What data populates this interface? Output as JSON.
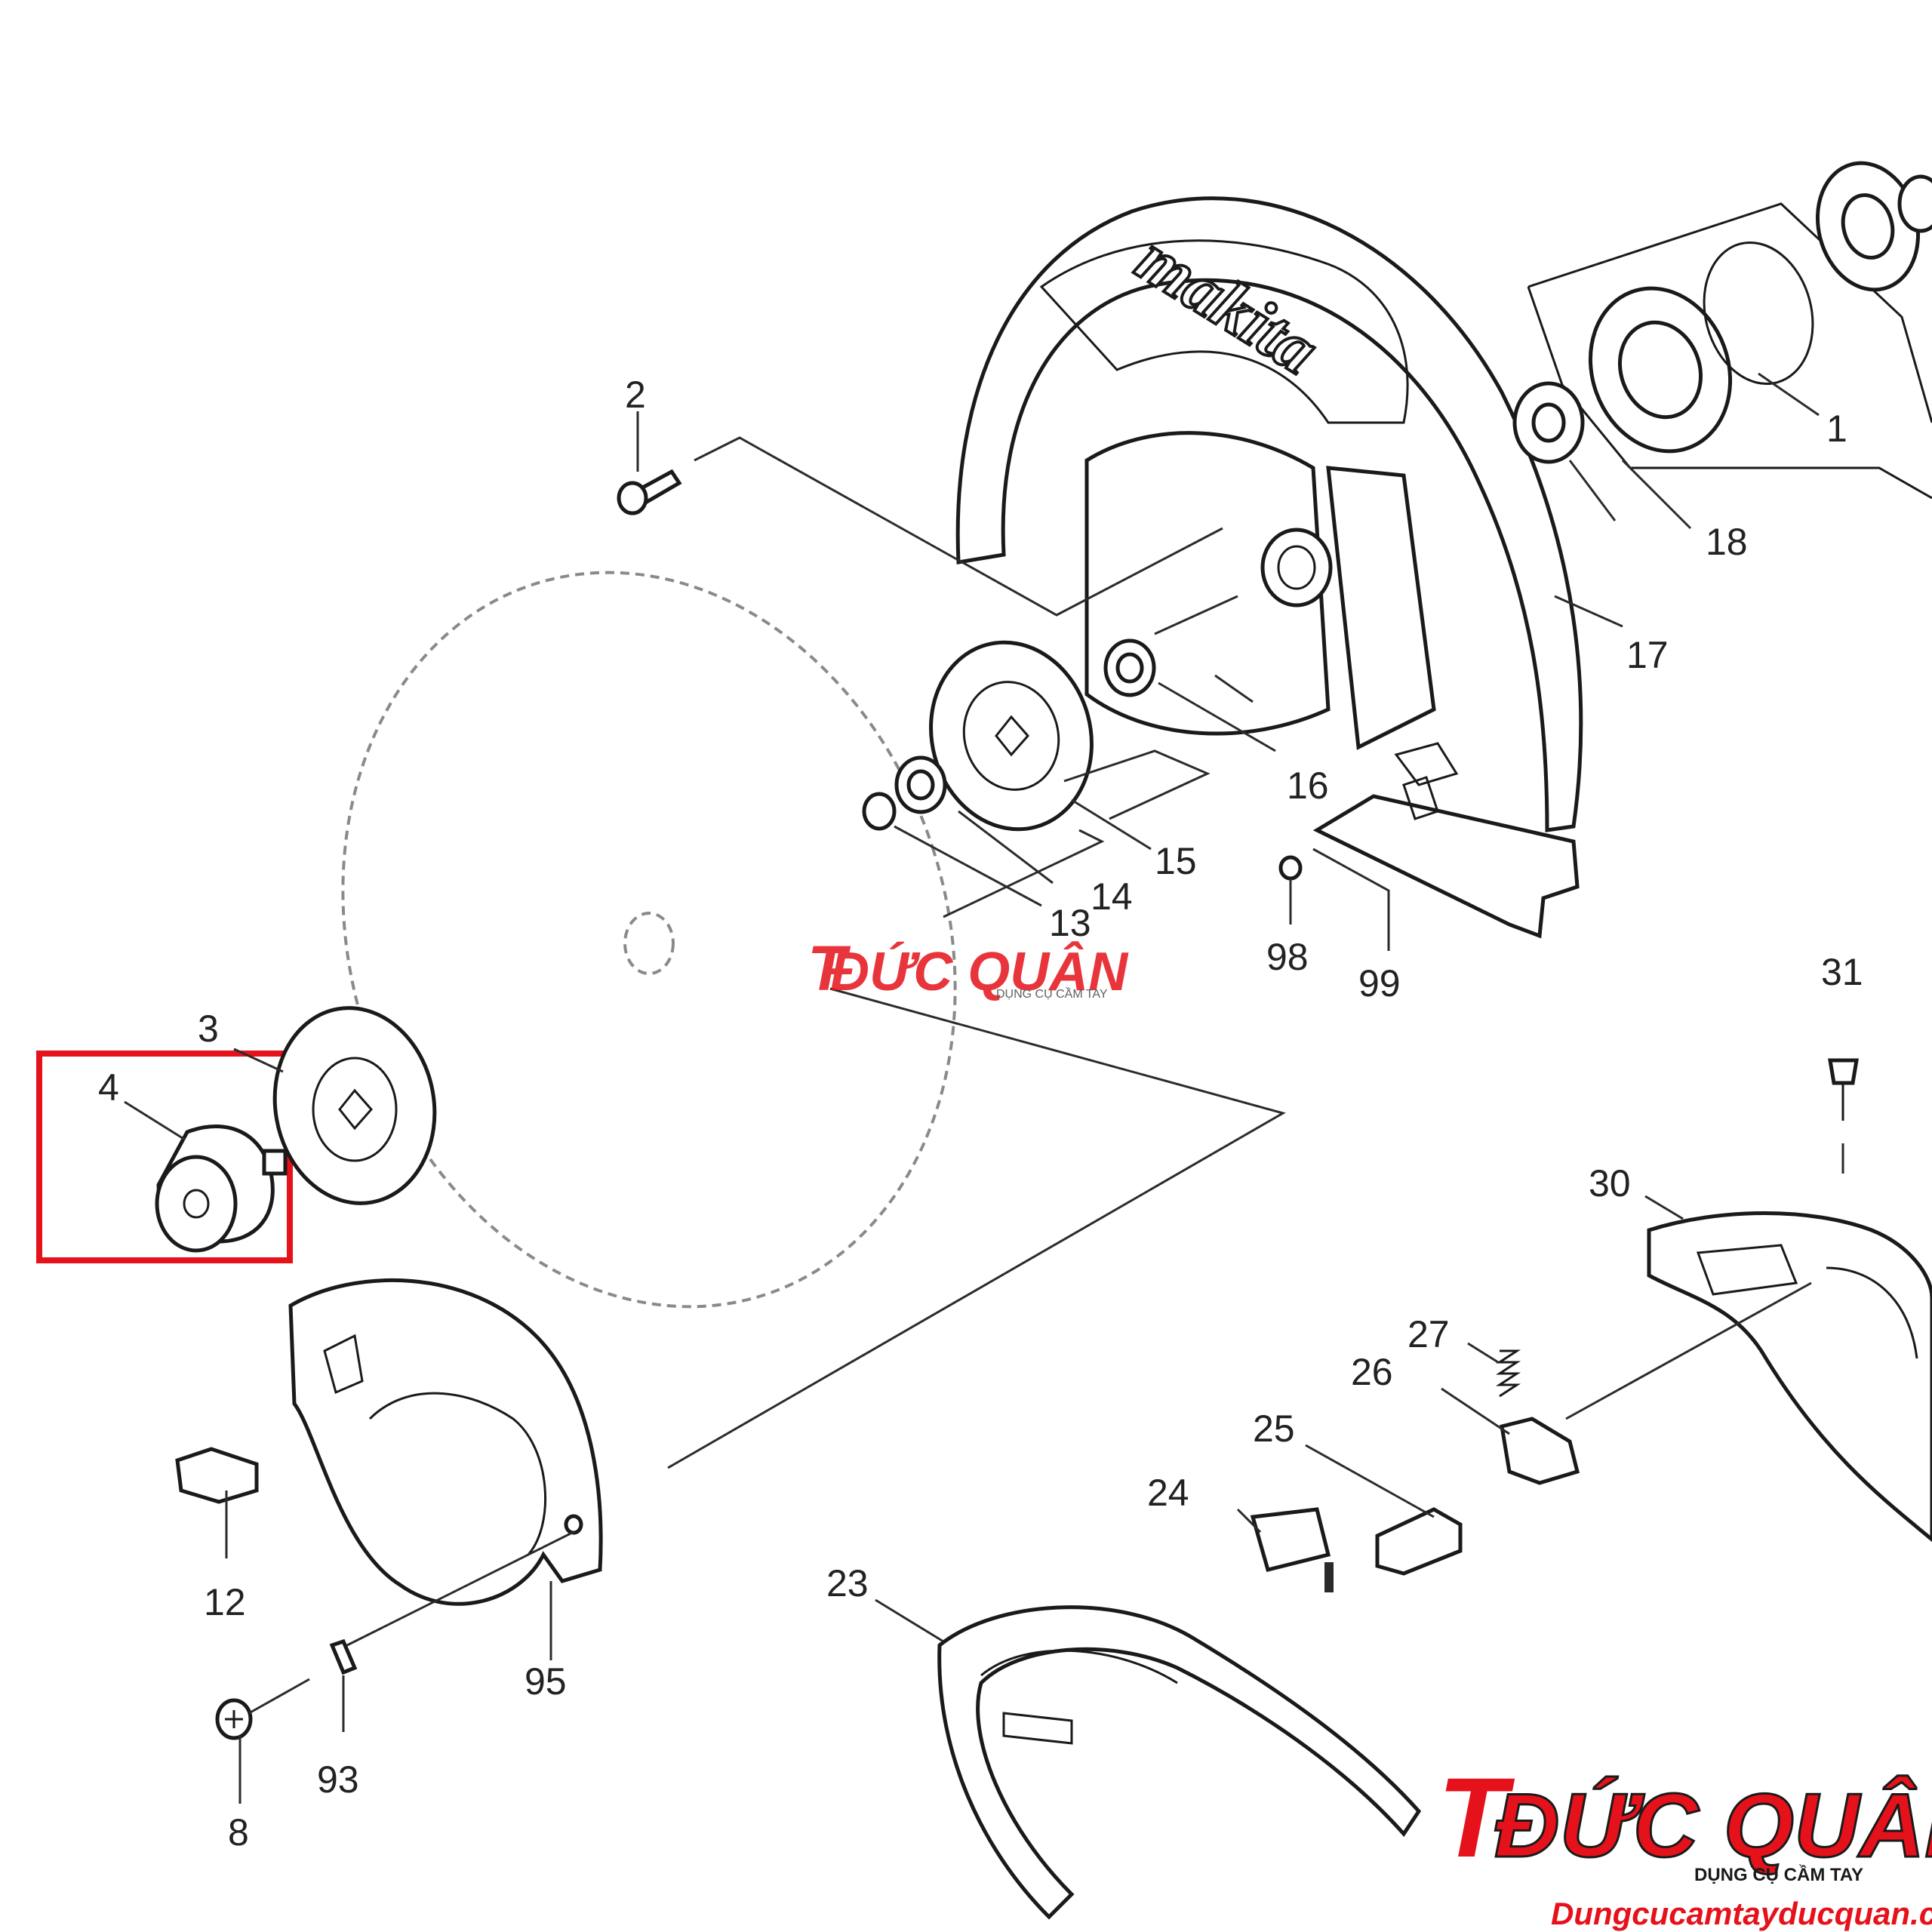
{
  "brand_on_guard": "makita",
  "parts": [
    {
      "id": "1",
      "label": "1"
    },
    {
      "id": "2",
      "label": "2"
    },
    {
      "id": "3",
      "label": "3"
    },
    {
      "id": "4",
      "label": "4",
      "highlighted": true
    },
    {
      "id": "8",
      "label": "8"
    },
    {
      "id": "12",
      "label": "12"
    },
    {
      "id": "13",
      "label": "13"
    },
    {
      "id": "14",
      "label": "14"
    },
    {
      "id": "15",
      "label": "15"
    },
    {
      "id": "16",
      "label": "16"
    },
    {
      "id": "17",
      "label": "17"
    },
    {
      "id": "18",
      "label": "18"
    },
    {
      "id": "23",
      "label": "23"
    },
    {
      "id": "24",
      "label": "24"
    },
    {
      "id": "25",
      "label": "25"
    },
    {
      "id": "26",
      "label": "26"
    },
    {
      "id": "27",
      "label": "27"
    },
    {
      "id": "30",
      "label": "30"
    },
    {
      "id": "31",
      "label": "31"
    },
    {
      "id": "93",
      "label": "93"
    },
    {
      "id": "95",
      "label": "95"
    },
    {
      "id": "98",
      "label": "98"
    },
    {
      "id": "99",
      "label": "99"
    }
  ],
  "watermark_center": {
    "name": "ĐỨC QUÂN",
    "tagline": "DỤNG CỤ CẦM TAY"
  },
  "watermark_corner": {
    "name": "ĐỨC QUÂN",
    "tagline": "DỤNG CỤ CẦM TAY",
    "url": "Dungcucamtayducquan.com"
  },
  "colors": {
    "highlight": "#e5121b",
    "brand_red": "#e5121b",
    "ink": "#1a1a1a"
  }
}
